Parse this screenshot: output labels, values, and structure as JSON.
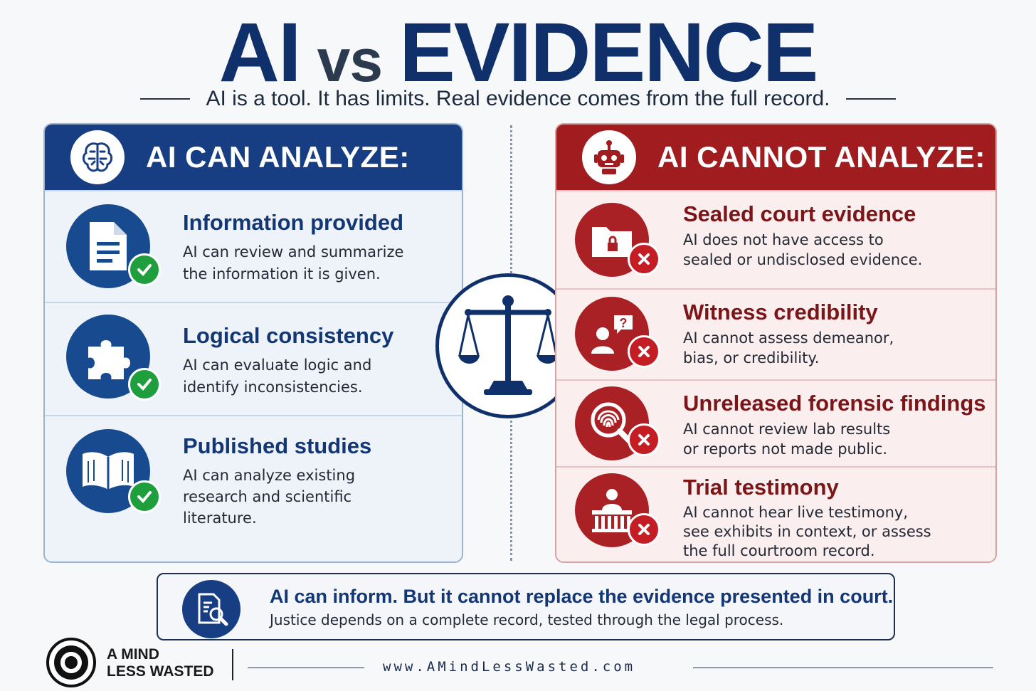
{
  "title": {
    "part1": "AI",
    "part2": "vs",
    "part3": "EVIDENCE"
  },
  "subtitle": "AI is a tool. It has limits. Real evidence comes from the full record.",
  "left_panel": {
    "heading": "AI CAN ANALYZE:",
    "icon": "brain-icon",
    "items": [
      {
        "title": "Information provided",
        "desc": "AI can review and summarize\nthe information it is given.",
        "icon": "document-icon",
        "status": "check"
      },
      {
        "title": "Logical consistency",
        "desc": "AI can evaluate logic and\nidentify inconsistencies.",
        "icon": "puzzle-piece-icon",
        "status": "check"
      },
      {
        "title": "Published studies",
        "desc": "AI can analyze existing\nresearch and scientific\nliterature.",
        "icon": "open-book-icon",
        "status": "check"
      }
    ]
  },
  "right_panel": {
    "heading": "AI CANNOT ANALYZE:",
    "icon": "robot-icon",
    "items": [
      {
        "title": "Sealed court evidence",
        "desc": "AI does not have access to\nsealed or undisclosed evidence.",
        "icon": "locked-folder-icon",
        "status": "cross"
      },
      {
        "title": "Witness credibility",
        "desc": "AI cannot assess demeanor,\nbias, or credibility.",
        "icon": "witness-question-icon",
        "status": "cross"
      },
      {
        "title": "Unreleased forensic findings",
        "desc": "AI cannot review lab results\nor reports not made public.",
        "icon": "fingerprint-magnifier-icon",
        "status": "cross"
      },
      {
        "title": "Trial testimony",
        "desc": "AI cannot hear live testimony,\nsee exhibits in context, or assess\nthe full courtroom record.",
        "icon": "witness-stand-icon",
        "status": "cross"
      }
    ]
  },
  "center_icon": "scales-of-justice-icon",
  "callout": {
    "main": "AI can inform. But it cannot replace the evidence presented in court.",
    "sub": "Justice depends on a complete record, tested through the legal process.",
    "icon": "document-search-icon"
  },
  "footer": {
    "brand_line1": "A MIND",
    "brand_line2": "LESS WASTED",
    "website": "www.AMindLessWasted.com"
  },
  "colors": {
    "navy": "#173e82",
    "red": "#a11c1f",
    "green": "#1e9e3d"
  }
}
